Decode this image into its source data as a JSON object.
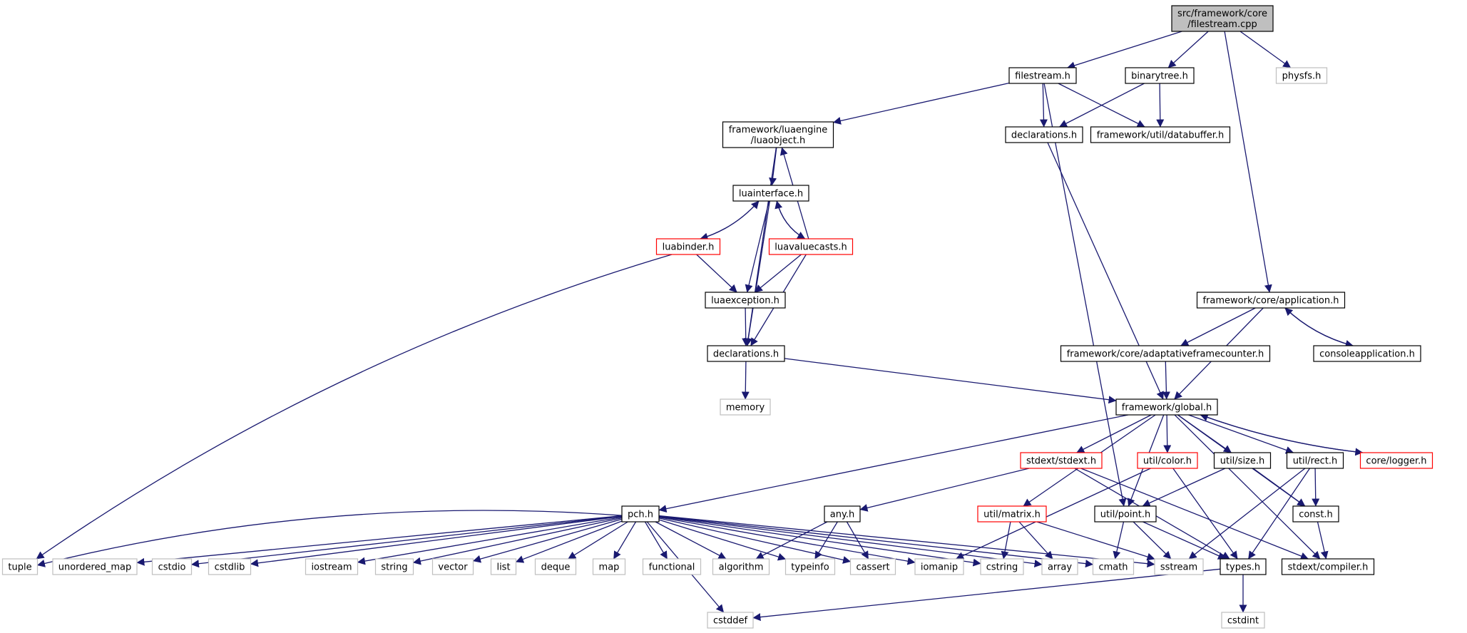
{
  "colors": {
    "edge": "#191970",
    "node_border_normal": "#000000",
    "node_border_truncated": "#ff0000",
    "node_border_external": "#bfbfbf",
    "node_fill_root": "#bfbfbf",
    "node_fill": "#ffffff",
    "text": "#000000"
  },
  "nodes": [
    {
      "id": "root",
      "lines": [
        "src/framework/core",
        "/filestream.cpp"
      ],
      "kind": "root"
    },
    {
      "id": "filestream_h",
      "lines": [
        "filestream.h"
      ],
      "kind": "normal"
    },
    {
      "id": "binarytree_h",
      "lines": [
        "binarytree.h"
      ],
      "kind": "normal"
    },
    {
      "id": "physfs_h",
      "lines": [
        "physfs.h"
      ],
      "kind": "external"
    },
    {
      "id": "luaobject_h",
      "lines": [
        "framework/luaengine",
        "/luaobject.h"
      ],
      "kind": "normal"
    },
    {
      "id": "declarations_top",
      "lines": [
        "declarations.h"
      ],
      "kind": "normal"
    },
    {
      "id": "databuffer_h",
      "lines": [
        "framework/util/databuffer.h"
      ],
      "kind": "normal"
    },
    {
      "id": "luainterface_h",
      "lines": [
        "luainterface.h"
      ],
      "kind": "normal"
    },
    {
      "id": "luabinder_h",
      "lines": [
        "luabinder.h"
      ],
      "kind": "truncated"
    },
    {
      "id": "luavaluecasts_h",
      "lines": [
        "luavaluecasts.h"
      ],
      "kind": "truncated"
    },
    {
      "id": "luaexception_h",
      "lines": [
        "luaexception.h"
      ],
      "kind": "normal"
    },
    {
      "id": "declarations_lua",
      "lines": [
        "declarations.h"
      ],
      "kind": "normal"
    },
    {
      "id": "memory",
      "lines": [
        "memory"
      ],
      "kind": "external"
    },
    {
      "id": "application_h",
      "lines": [
        "framework/core/application.h"
      ],
      "kind": "normal"
    },
    {
      "id": "adaptative_h",
      "lines": [
        "framework/core/adaptativeframecounter.h"
      ],
      "kind": "normal"
    },
    {
      "id": "consoleapp_h",
      "lines": [
        "consoleapplication.h"
      ],
      "kind": "normal"
    },
    {
      "id": "global_h",
      "lines": [
        "framework/global.h"
      ],
      "kind": "normal"
    },
    {
      "id": "stdext_h",
      "lines": [
        "stdext/stdext.h"
      ],
      "kind": "truncated"
    },
    {
      "id": "color_h",
      "lines": [
        "util/color.h"
      ],
      "kind": "truncated"
    },
    {
      "id": "size_h",
      "lines": [
        "util/size.h"
      ],
      "kind": "normal"
    },
    {
      "id": "rect_h",
      "lines": [
        "util/rect.h"
      ],
      "kind": "normal"
    },
    {
      "id": "logger_h",
      "lines": [
        "core/logger.h"
      ],
      "kind": "truncated"
    },
    {
      "id": "pch_h",
      "lines": [
        "pch.h"
      ],
      "kind": "normal"
    },
    {
      "id": "any_h",
      "lines": [
        "any.h"
      ],
      "kind": "normal"
    },
    {
      "id": "matrix_h",
      "lines": [
        "util/matrix.h"
      ],
      "kind": "truncated"
    },
    {
      "id": "point_h",
      "lines": [
        "util/point.h"
      ],
      "kind": "normal"
    },
    {
      "id": "const_h",
      "lines": [
        "const.h"
      ],
      "kind": "normal"
    },
    {
      "id": "tuple",
      "lines": [
        "tuple"
      ],
      "kind": "external"
    },
    {
      "id": "unordered_map",
      "lines": [
        "unordered_map"
      ],
      "kind": "external"
    },
    {
      "id": "cstdio",
      "lines": [
        "cstdio"
      ],
      "kind": "external"
    },
    {
      "id": "cstdlib",
      "lines": [
        "cstdlib"
      ],
      "kind": "external"
    },
    {
      "id": "iostream",
      "lines": [
        "iostream"
      ],
      "kind": "external"
    },
    {
      "id": "string",
      "lines": [
        "string"
      ],
      "kind": "external"
    },
    {
      "id": "vector",
      "lines": [
        "vector"
      ],
      "kind": "external"
    },
    {
      "id": "list",
      "lines": [
        "list"
      ],
      "kind": "external"
    },
    {
      "id": "deque",
      "lines": [
        "deque"
      ],
      "kind": "external"
    },
    {
      "id": "map",
      "lines": [
        "map"
      ],
      "kind": "external"
    },
    {
      "id": "functional",
      "lines": [
        "functional"
      ],
      "kind": "external"
    },
    {
      "id": "algorithm",
      "lines": [
        "algorithm"
      ],
      "kind": "external"
    },
    {
      "id": "typeinfo",
      "lines": [
        "typeinfo"
      ],
      "kind": "external"
    },
    {
      "id": "cassert",
      "lines": [
        "cassert"
      ],
      "kind": "external"
    },
    {
      "id": "iomanip",
      "lines": [
        "iomanip"
      ],
      "kind": "external"
    },
    {
      "id": "cstring",
      "lines": [
        "cstring"
      ],
      "kind": "external"
    },
    {
      "id": "array",
      "lines": [
        "array"
      ],
      "kind": "external"
    },
    {
      "id": "cmath",
      "lines": [
        "cmath"
      ],
      "kind": "external"
    },
    {
      "id": "sstream",
      "lines": [
        "sstream"
      ],
      "kind": "external"
    },
    {
      "id": "types_h",
      "lines": [
        "types.h"
      ],
      "kind": "normal"
    },
    {
      "id": "compiler_h",
      "lines": [
        "stdext/compiler.h"
      ],
      "kind": "normal"
    },
    {
      "id": "cstddef",
      "lines": [
        "cstddef"
      ],
      "kind": "external"
    },
    {
      "id": "cstdint",
      "lines": [
        "cstdint"
      ],
      "kind": "external"
    }
  ],
  "edges": [
    [
      "root",
      "filestream_h"
    ],
    [
      "root",
      "binarytree_h"
    ],
    [
      "root",
      "physfs_h"
    ],
    [
      "root",
      "application_h"
    ],
    [
      "filestream_h",
      "luaobject_h"
    ],
    [
      "filestream_h",
      "declarations_top"
    ],
    [
      "filestream_h",
      "databuffer_h"
    ],
    [
      "filestream_h",
      "point_h"
    ],
    [
      "binarytree_h",
      "declarations_top"
    ],
    [
      "binarytree_h",
      "databuffer_h"
    ],
    [
      "declarations_top",
      "global_h"
    ],
    [
      "luaobject_h",
      "luainterface_h"
    ],
    [
      "luaobject_h",
      "declarations_lua"
    ],
    [
      "luainterface_h",
      "luabinder_h"
    ],
    [
      "luainterface_h",
      "luavaluecasts_h"
    ],
    [
      "luainterface_h",
      "luaexception_h"
    ],
    [
      "luainterface_h",
      "declarations_lua"
    ],
    [
      "luabinder_h",
      "luainterface_h"
    ],
    [
      "luabinder_h",
      "luaexception_h"
    ],
    [
      "luabinder_h",
      "tuple"
    ],
    [
      "luavaluecasts_h",
      "luainterface_h"
    ],
    [
      "luavaluecasts_h",
      "luaexception_h"
    ],
    [
      "luavaluecasts_h",
      "declarations_lua"
    ],
    [
      "luavaluecasts_h",
      "luaobject_h"
    ],
    [
      "luaexception_h",
      "declarations_lua"
    ],
    [
      "declarations_lua",
      "memory"
    ],
    [
      "declarations_lua",
      "global_h"
    ],
    [
      "application_h",
      "adaptative_h"
    ],
    [
      "application_h",
      "consoleapp_h"
    ],
    [
      "application_h",
      "global_h"
    ],
    [
      "consoleapp_h",
      "application_h"
    ],
    [
      "adaptative_h",
      "global_h"
    ],
    [
      "global_h",
      "pch_h"
    ],
    [
      "global_h",
      "stdext_h"
    ],
    [
      "global_h",
      "color_h"
    ],
    [
      "global_h",
      "size_h"
    ],
    [
      "global_h",
      "rect_h"
    ],
    [
      "global_h",
      "logger_h"
    ],
    [
      "global_h",
      "matrix_h"
    ],
    [
      "global_h",
      "point_h"
    ],
    [
      "global_h",
      "const_h"
    ],
    [
      "global_h",
      "compiler_h"
    ],
    [
      "logger_h",
      "global_h"
    ],
    [
      "stdext_h",
      "any_h"
    ],
    [
      "stdext_h",
      "types_h"
    ],
    [
      "stdext_h",
      "compiler_h"
    ],
    [
      "color_h",
      "types_h"
    ],
    [
      "color_h",
      "iomanip"
    ],
    [
      "size_h",
      "point_h"
    ],
    [
      "size_h",
      "const_h"
    ],
    [
      "rect_h",
      "types_h"
    ],
    [
      "rect_h",
      "const_h"
    ],
    [
      "rect_h",
      "sstream"
    ],
    [
      "point_h",
      "types_h"
    ],
    [
      "point_h",
      "cmath"
    ],
    [
      "point_h",
      "sstream"
    ],
    [
      "matrix_h",
      "cstring"
    ],
    [
      "matrix_h",
      "array"
    ],
    [
      "matrix_h",
      "sstream"
    ],
    [
      "const_h",
      "compiler_h"
    ],
    [
      "types_h",
      "cstdint"
    ],
    [
      "types_h",
      "cstddef"
    ],
    [
      "any_h",
      "algorithm"
    ],
    [
      "any_h",
      "typeinfo"
    ],
    [
      "any_h",
      "cassert"
    ],
    [
      "pch_h",
      "tuple"
    ],
    [
      "pch_h",
      "unordered_map"
    ],
    [
      "pch_h",
      "cstdio"
    ],
    [
      "pch_h",
      "cstdlib"
    ],
    [
      "pch_h",
      "iostream"
    ],
    [
      "pch_h",
      "string"
    ],
    [
      "pch_h",
      "vector"
    ],
    [
      "pch_h",
      "list"
    ],
    [
      "pch_h",
      "deque"
    ],
    [
      "pch_h",
      "map"
    ],
    [
      "pch_h",
      "functional"
    ],
    [
      "pch_h",
      "algorithm"
    ],
    [
      "pch_h",
      "typeinfo"
    ],
    [
      "pch_h",
      "cassert"
    ],
    [
      "pch_h",
      "iomanip"
    ],
    [
      "pch_h",
      "cstring"
    ],
    [
      "pch_h",
      "array"
    ],
    [
      "pch_h",
      "cmath"
    ],
    [
      "pch_h",
      "sstream"
    ],
    [
      "pch_h",
      "cstddef"
    ]
  ]
}
